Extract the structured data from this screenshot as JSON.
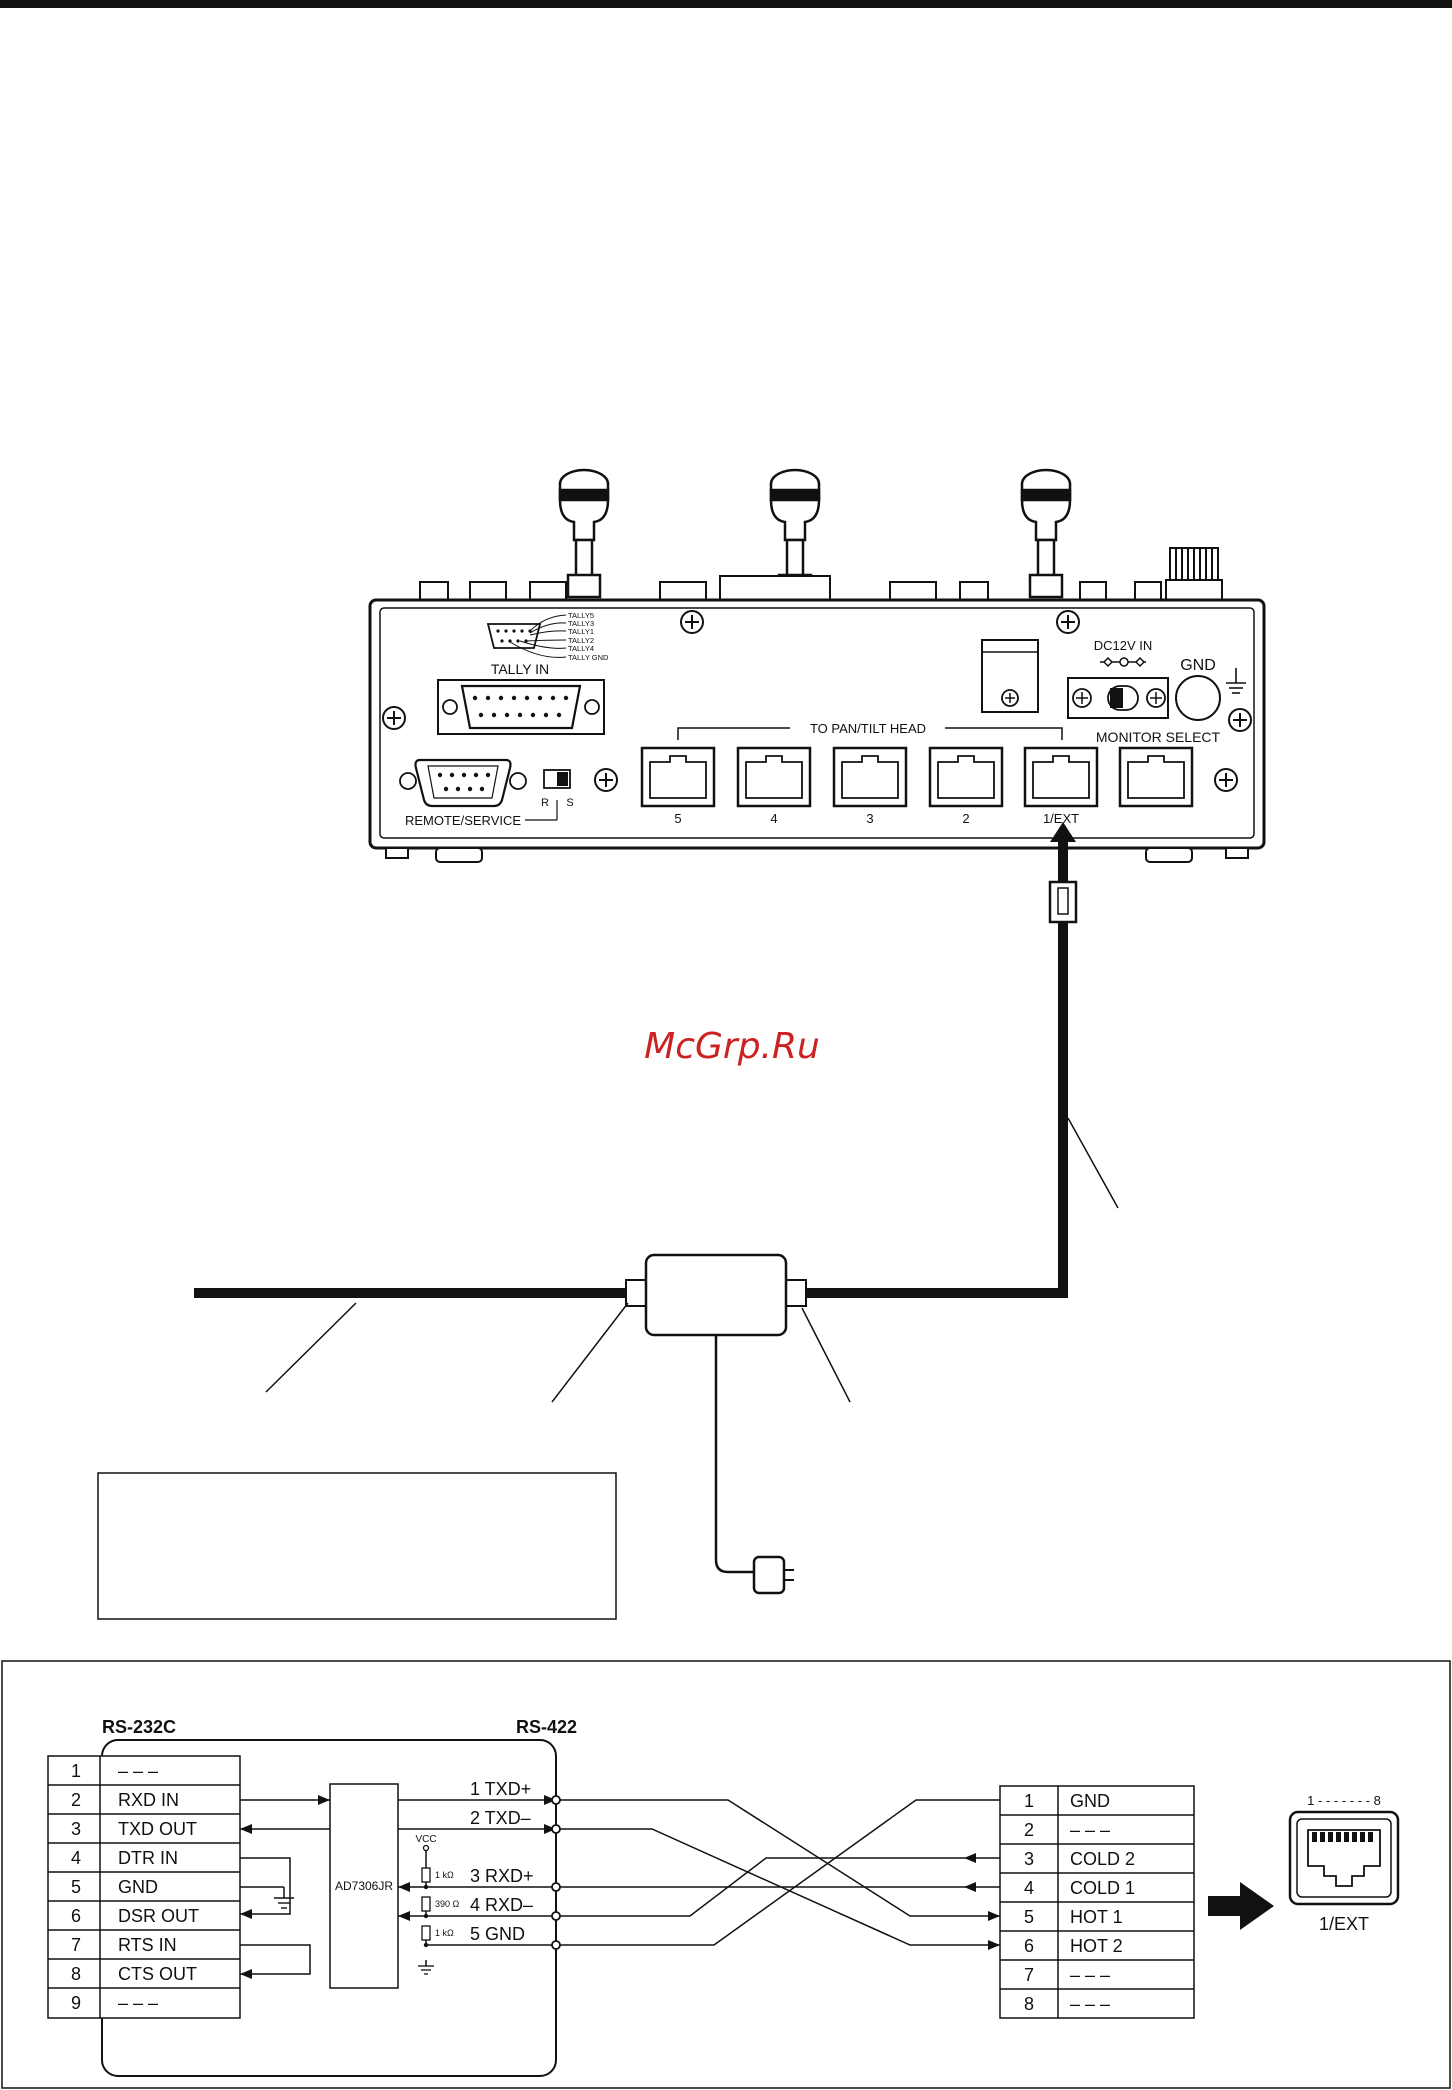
{
  "watermark": "McGrp.Ru",
  "device": {
    "tally_pins": [
      "TALLY5",
      "TALLY3",
      "TALLY1",
      "TALLY2",
      "TALLY4",
      "TALLY GND"
    ],
    "tally_in": "TALLY IN",
    "remote_service": "REMOTE/SERVICE",
    "switch_r": "R",
    "switch_s": "S",
    "pan_tilt_head": "TO PAN/TILT HEAD",
    "ports": [
      "5",
      "4",
      "3",
      "2",
      "1/EXT"
    ],
    "dc_in": "DC12V IN",
    "gnd": "GND",
    "monitor_select": "MONITOR SELECT"
  },
  "schematic": {
    "rs232_title": "RS-232C",
    "rs422_title": "RS-422",
    "chip": "AD7306JR",
    "vcc": "VCC",
    "resistors": [
      "1 kΩ",
      "390 Ω",
      "1 kΩ"
    ],
    "rs232_pins": [
      {
        "num": "1",
        "label": "– – –"
      },
      {
        "num": "2",
        "label": "RXD IN"
      },
      {
        "num": "3",
        "label": "TXD OUT"
      },
      {
        "num": "4",
        "label": "DTR IN"
      },
      {
        "num": "5",
        "label": "GND"
      },
      {
        "num": "6",
        "label": "DSR OUT"
      },
      {
        "num": "7",
        "label": "RTS IN"
      },
      {
        "num": "8",
        "label": "CTS OUT"
      },
      {
        "num": "9",
        "label": "– – –"
      }
    ],
    "rs422_signals": [
      "1 TXD+",
      "2 TXD–",
      "3 RXD+",
      "4 RXD–",
      "5 GND"
    ],
    "rj_pins": [
      {
        "num": "1",
        "label": "GND"
      },
      {
        "num": "2",
        "label": "– – –"
      },
      {
        "num": "3",
        "label": "COLD 2"
      },
      {
        "num": "4",
        "label": "COLD 1"
      },
      {
        "num": "5",
        "label": "HOT 1"
      },
      {
        "num": "6",
        "label": "HOT 2"
      },
      {
        "num": "7",
        "label": "– – –"
      },
      {
        "num": "8",
        "label": "– – –"
      }
    ],
    "jack_pin_range": "1 - - - - - - - 8",
    "jack_label": "1/EXT"
  }
}
